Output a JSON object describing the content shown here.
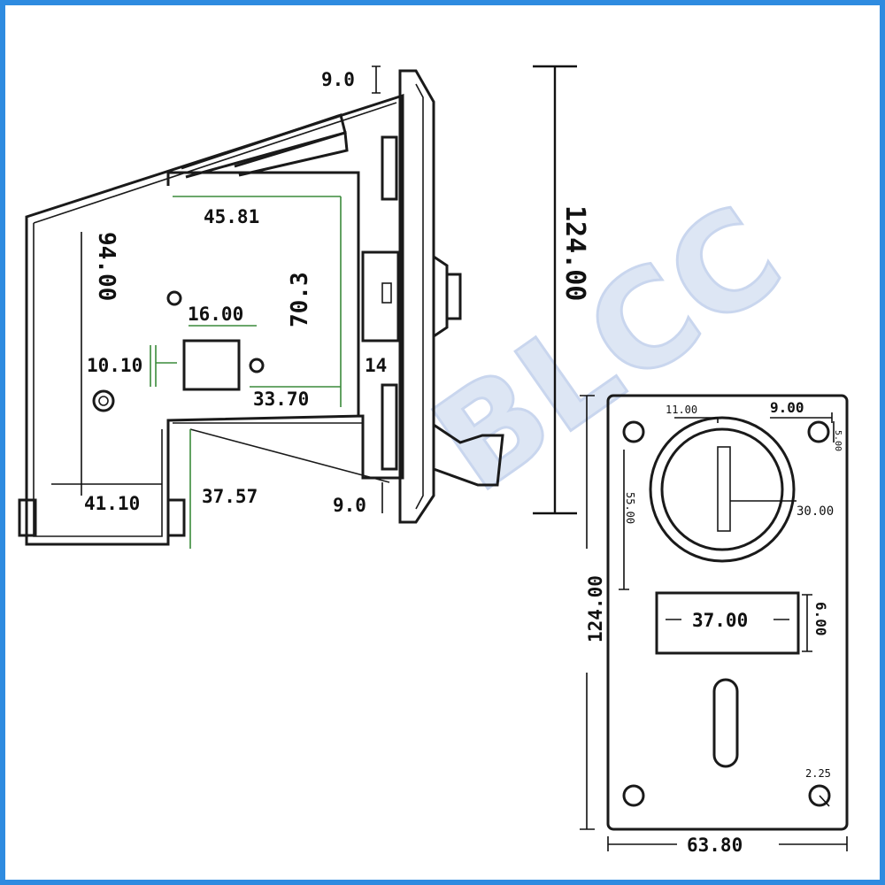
{
  "watermark": "BLCC",
  "side_view": {
    "dimensions": {
      "top_offset": "9.0",
      "top_width": "45.81",
      "inner_height": "70.3",
      "height": "94.00",
      "boss_width": "16.00",
      "boss_height": "10.10",
      "boss_offset": "33.70",
      "nose": "14",
      "base_width": "41.10",
      "chute_width": "37.57",
      "bottom_offset": "9.0"
    }
  },
  "overall_height": "124.00",
  "front_plate": {
    "dimensions": {
      "slot_offset": "11.00",
      "hole_offset_x": "9.00",
      "hole_offset_y": "5.00",
      "coin_center": "55.00",
      "coin_diameter": "30.00",
      "plate_height": "124.00",
      "window_width": "37.00",
      "window_height": "6.00",
      "hole_diameter": "2.25",
      "plate_width": "63.80"
    }
  }
}
